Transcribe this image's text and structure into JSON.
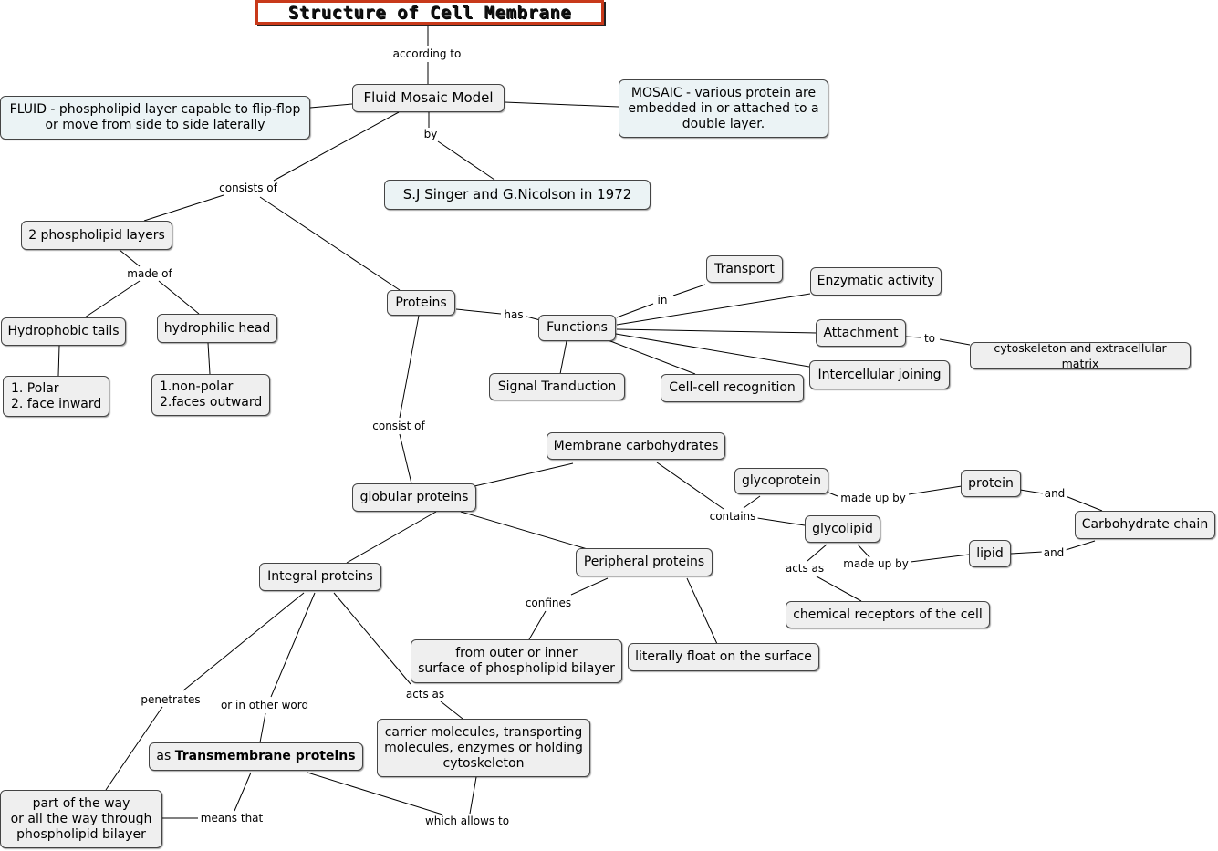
{
  "title": "Structure of Cell Membrane",
  "nodes": {
    "fluid_mosaic_model": "Fluid Mosaic Model",
    "fluid": "FLUID - phospholipid layer capable to flip-flop\nor move from side to side laterally",
    "mosaic": "MOSAIC - various protein are\nembedded in or attached to a\ndouble layer.",
    "singer": "S.J Singer and G.Nicolson in 1972",
    "phospholipid_layers": "2 phospholipid layers",
    "hydrophobic_tails": "Hydrophobic tails",
    "hydrophilic_head": "hydrophilic head",
    "polar": "1. Polar\n2. face inward",
    "non_polar": "1.non-polar\n2.faces outward",
    "proteins": "Proteins",
    "functions": "Functions",
    "transport": "Transport",
    "enzymatic_activity": "Enzymatic activity",
    "attachment": "Attachment",
    "cytoskeleton_matrix": "cytoskeleton and extracellular matrix",
    "intercellular_joining": "Intercellular joining",
    "cell_cell_recognition": "Cell-cell recognition",
    "signal_transduction": "Signal Tranduction",
    "membrane_carbohydrates": "Membrane carbohydrates",
    "globular_proteins": "globular proteins",
    "glycoprotein": "glycoprotein",
    "glycolipid": "glycolipid",
    "protein": "protein",
    "lipid": "lipid",
    "carbohydrate_chain": "Carbohydrate chain",
    "chemical_receptors": "chemical receptors of the cell",
    "integral_proteins": "Integral proteins",
    "peripheral_proteins": "Peripheral proteins",
    "outer_inner_surface": "from outer or inner\nsurface of phospholipid bilayer",
    "literally_float": "literally float on the surface",
    "carrier_molecules": "carrier molecules, transporting\nmolecules, enzymes or holding\ncytoskeleton",
    "transmembrane_prefix": "as ",
    "transmembrane_bold": "Transmembrane proteins",
    "part_of_way": "part of the way\nor all the way through\nphospholipid bilayer"
  },
  "labels": {
    "according_to": "according to",
    "by": "by",
    "consists_of": "consists of",
    "made_of": "made of",
    "has": "has",
    "in": "in",
    "to": "to",
    "consist_of": "consist of",
    "contains": "contains",
    "made_up_by_1": "made up by",
    "made_up_by_2": "made up by",
    "and_1": "and",
    "and_2": "and",
    "acts_as_1": "acts as",
    "confines": "confines",
    "penetrates": "penetrates",
    "or_in_other_word": "or in other word",
    "acts_as_2": "acts as",
    "means_that": "means that",
    "which_allows_to": "which allows to"
  }
}
